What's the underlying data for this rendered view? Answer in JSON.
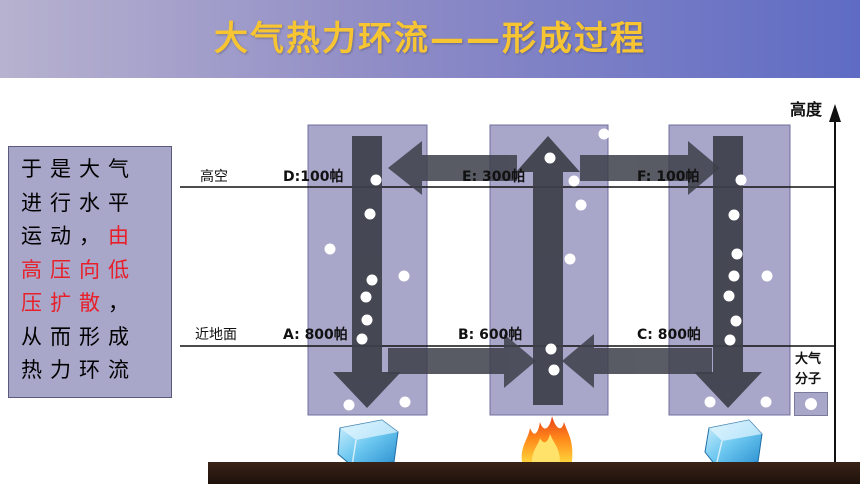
{
  "title": "大气热力环流——形成过程",
  "explanation": {
    "lines": [
      {
        "parts": [
          {
            "text": "于是大气",
            "red": false
          }
        ]
      },
      {
        "parts": [
          {
            "text": "进行水平",
            "red": false
          }
        ]
      },
      {
        "parts": [
          {
            "text": "运动，",
            "red": false
          },
          {
            "text": "由",
            "red": true
          }
        ]
      },
      {
        "parts": [
          {
            "text": "高压向低",
            "red": true
          }
        ]
      },
      {
        "parts": [
          {
            "text": "压扩散",
            "red": true
          },
          {
            "text": "，",
            "red": false
          }
        ]
      },
      {
        "parts": [
          {
            "text": "从而形成",
            "red": false
          }
        ]
      },
      {
        "parts": [
          {
            "text": "热力环流",
            "red": false
          }
        ]
      }
    ]
  },
  "levels": {
    "high": "高空",
    "low": "近地面"
  },
  "pressures": {
    "A": "A: 800帕",
    "B": "B:  600帕",
    "C": "C: 800帕",
    "D": "D:100帕",
    "E": "E: 300帕",
    "F": "F: 100帕"
  },
  "axis_label": "高度",
  "legend": {
    "line1": "大气",
    "line2": "分子"
  },
  "colors": {
    "title": "#f7c531",
    "column": "#a8a6c9",
    "arrow": "#3d3f4a",
    "red_text": "#e8202a"
  },
  "icons": {
    "left_column_bottom": "ice-cube-icon",
    "middle_column_bottom": "fire-icon",
    "right_column_bottom": "ice-cube-icon"
  }
}
